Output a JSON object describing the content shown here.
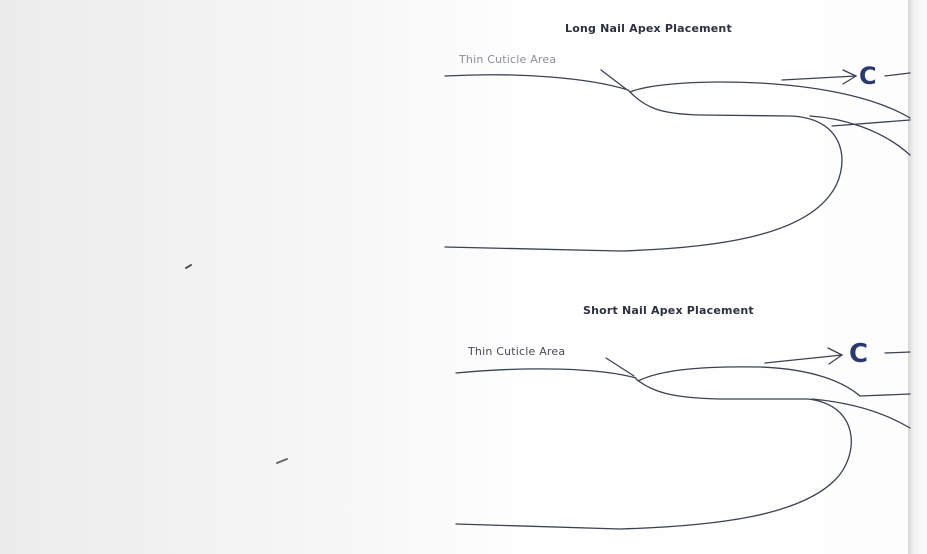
{
  "diagrams": [
    {
      "title": "Long Nail Apex Placement",
      "cuticle_label": "Thin Cuticle Area",
      "marker_letter": "C"
    },
    {
      "title": "Short Nail Apex Placement",
      "cuticle_label": "Thin Cuticle Area",
      "marker_letter": "C"
    }
  ],
  "colors": {
    "ink": "#3b4252",
    "marker": "#2a3a6e",
    "paper": "#f7f7f7"
  }
}
